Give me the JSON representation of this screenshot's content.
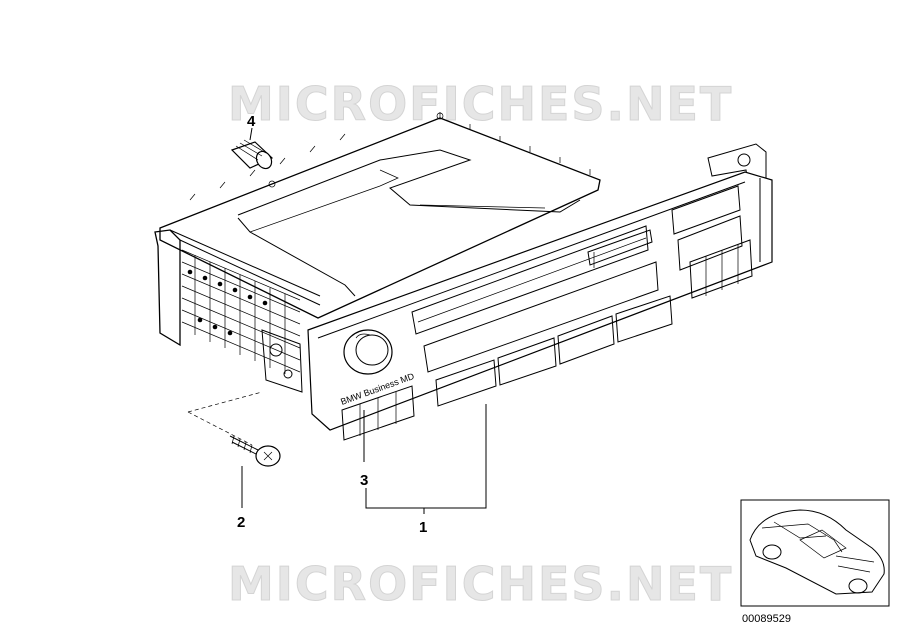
{
  "watermark": {
    "top_text": "MICROFICHES.NET",
    "bottom_text": "MICROFICHES.NET"
  },
  "radio": {
    "brand_label": "BMW Business MD"
  },
  "callouts": {
    "part_1": "1",
    "part_2": "2",
    "part_3": "3",
    "part_4": "4"
  },
  "thumbnail": {
    "diagram_id": "00089529"
  }
}
